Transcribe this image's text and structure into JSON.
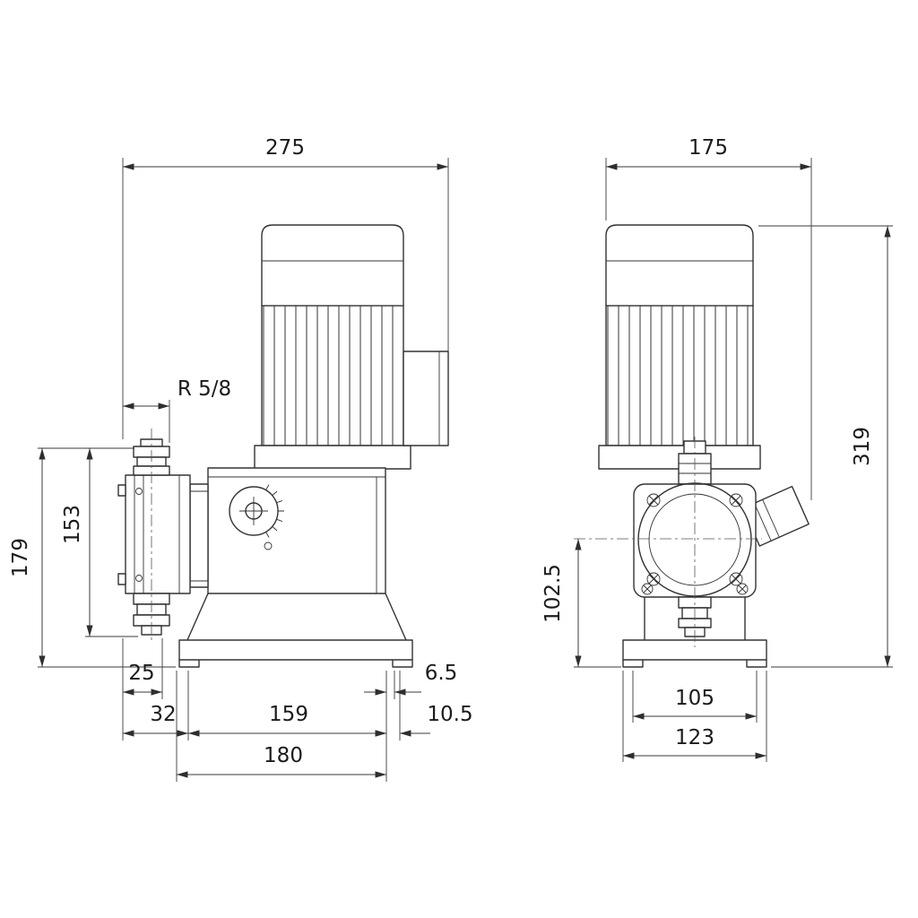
{
  "ink_color": "#333333",
  "background": "#ffffff",
  "views": {
    "side": {
      "width": "275",
      "thread": "R 5/8",
      "height": "179",
      "valve_height": "153",
      "d25": "25",
      "d32": "32",
      "d159": "159",
      "d180": "180",
      "d6_5": "6.5",
      "d10_5": "10.5"
    },
    "front": {
      "width": "175",
      "height": "319",
      "center_height": "102.5",
      "d105": "105",
      "d123": "123"
    }
  }
}
